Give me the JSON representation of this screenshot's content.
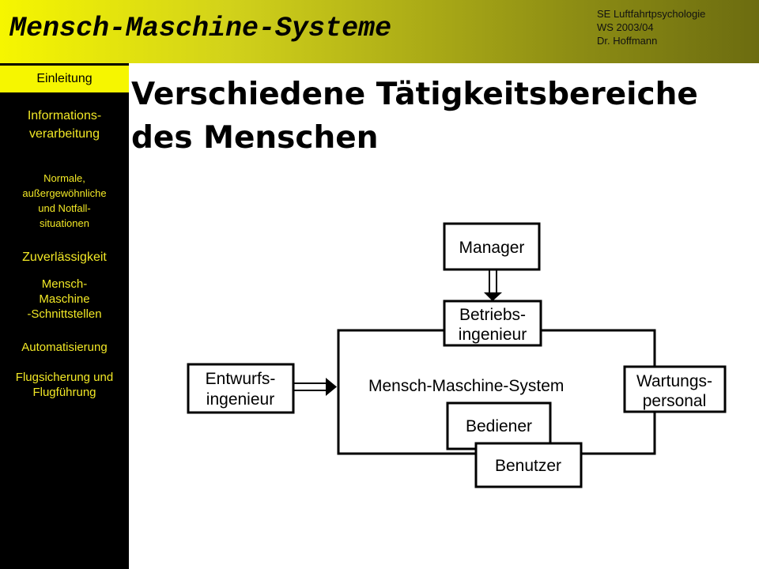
{
  "header": {
    "title": "Mensch-Maschine-Systeme",
    "meta": [
      "SE Luftfahrtpsychologie",
      "WS 2003/04",
      "Dr. Hoffmann"
    ]
  },
  "sidebar": {
    "items": [
      {
        "label": "Einleitung",
        "active": true
      },
      {
        "label": "Informations-\nverarbeitung",
        "active": false
      },
      {
        "label": "Normale,\naußergewöhnliche\nund Notfall-\nsituationen",
        "active": false
      },
      {
        "label": "Zuverlässigkeit",
        "active": false
      },
      {
        "label": "Mensch-\nMaschine\n-Schnittstellen",
        "active": false
      },
      {
        "label": "Automatisierung",
        "active": false
      },
      {
        "label": "Flugsicherung und\nFlugführung",
        "active": false
      }
    ]
  },
  "slide": {
    "title_line1": "Verschiedene Tätigkeitsbereiche",
    "title_line2": "des Menschen"
  },
  "diagram": {
    "manager": "Manager",
    "betriebs_line1": "Betriebs-",
    "betriebs_line2": "ingenieur",
    "entwurfs_line1": "Entwurfs-",
    "entwurfs_line2": "ingenieur",
    "system": "Mensch-Maschine-System",
    "wartungs_line1": "Wartungs-",
    "wartungs_line2": "personal",
    "bediener": "Bediener",
    "benutzer": "Benutzer"
  }
}
